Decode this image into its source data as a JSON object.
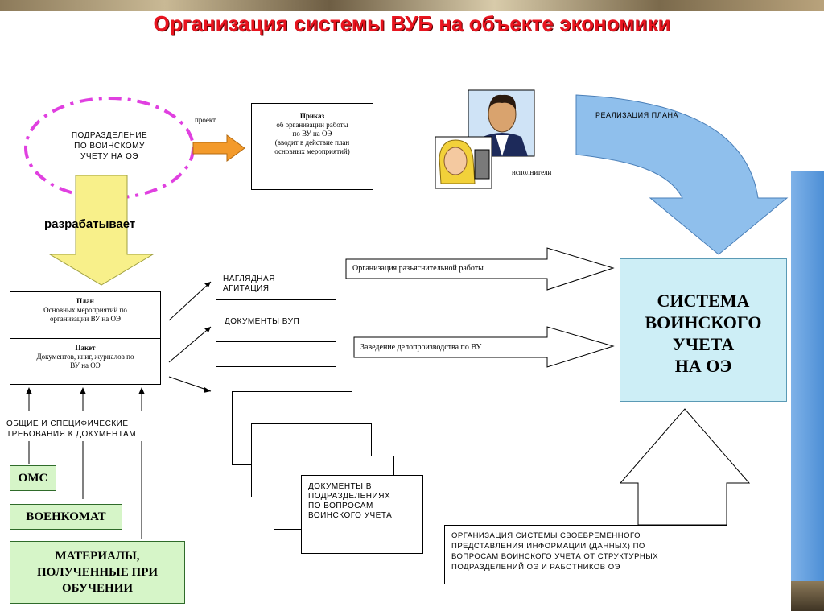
{
  "title": "Организация системы ВУБ на объекте экономики",
  "dept_ellipse": {
    "l1": "ПОДРАЗДЕЛЕНИЕ",
    "l2": "ПО ВОИНСКОМУ",
    "l3": "УЧЕТУ НА ОЭ"
  },
  "proekt_label": "проект",
  "prikaz": {
    "title": "Приказ",
    "l1": "об организации работы",
    "l2": "по ВУ на ОЭ",
    "l3": "(вводит в действие план",
    "l4": "основных мероприятий)"
  },
  "executors_label": "исполнители",
  "realization_label": "РЕАЛИЗАЦИЯ ПЛАНА",
  "razrabatyvaet": "разрабатывает",
  "plan_box": {
    "plan_title": "План",
    "plan_l1": "Основных мероприятий по",
    "plan_l2": "организации ВУ на ОЭ",
    "packet_title": "Пакет",
    "packet_l1": "Документов, книг, журналов по",
    "packet_l2": "ВУ на ОЭ"
  },
  "agitation": {
    "l1": "НАГЛЯДНАЯ",
    "l2": "АГИТАЦИЯ"
  },
  "docs_vup": "ДОКУМЕНТЫ ВУП",
  "docs_divisions": {
    "l1": "ДОКУМЕНТЫ В",
    "l2": "ПОДРАЗДЕЛЕНИЯХ",
    "l3": "ПО ВОПРОСАМ",
    "l4": "ВОИНСКОГО УЧЕТА"
  },
  "arrow_explain": "Организация разъяснительной работы",
  "arrow_records": "Заведение делопроизводства по ВУ",
  "system_box": {
    "l1": "СИСТЕМА",
    "l2": "ВОИНСКОГО",
    "l3": "УЧЕТА",
    "l4": "НА ОЭ"
  },
  "requirements": {
    "l1": "ОБЩИЕ И СПЕЦИФИЧЕСКИЕ",
    "l2": "ТРЕБОВАНИЯ К ДОКУМЕНТАМ"
  },
  "oms": "ОМС",
  "voenkomat": "ВОЕНКОМАТ",
  "materials": {
    "l1": "МАТЕРИАЛЫ,",
    "l2": "ПОЛУЧЕННЫЕ ПРИ",
    "l3": "ОБУЧЕНИИ"
  },
  "info_system": {
    "l1": "ОРГАНИЗАЦИЯ СИСТЕМЫ СВОЕВРЕМЕННОГО",
    "l2": "ПРЕДСТАВЛЕНИЯ ИНФОРМАЦИИ (ДАННЫХ) ПО",
    "l3": "ВОПРОСАМ ВОИНСКОГО УЧЕТА ОТ СТРУКТУРНЫХ",
    "l4": "ПОДРАЗДЕЛЕНИЙ ОЭ И РАБОТНИКОВ ОЭ"
  },
  "colors": {
    "title": "#e8141f",
    "ellipse_dash": "#e040e0",
    "orange_arrow": "#f39a2b",
    "yellow_arrow": "#f8f08a",
    "blue_arrow": "#8fbfec",
    "system_fill": "#cdeef6",
    "green_fill": "#d6f5c8"
  }
}
